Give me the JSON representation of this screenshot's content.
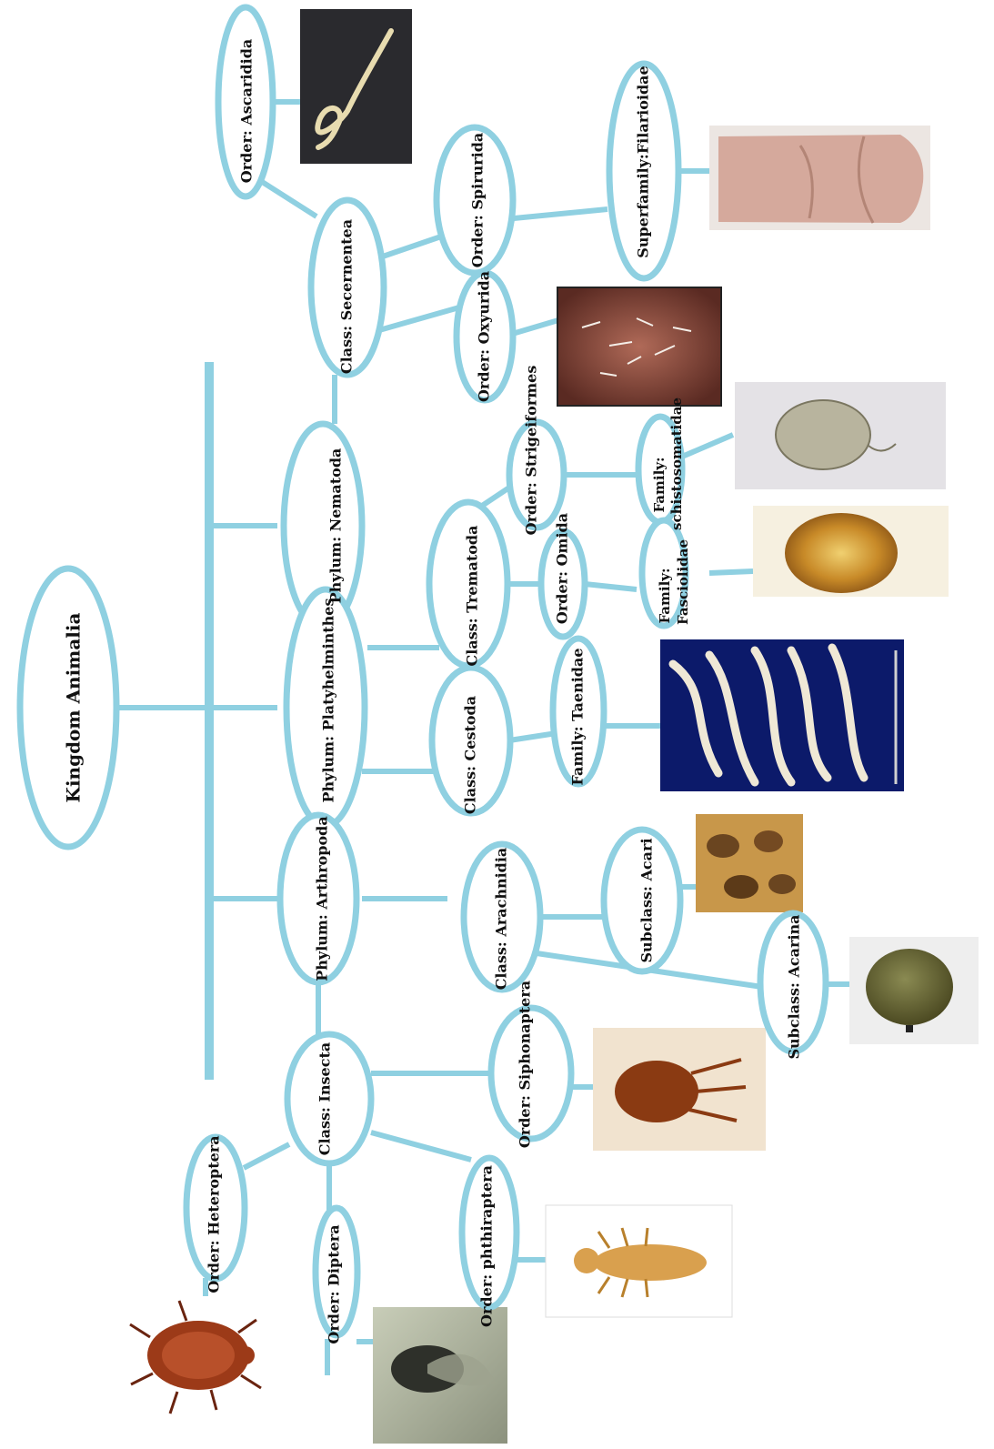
{
  "diagram_type": "taxonomy-tree",
  "colors": {
    "connector": "#8fd0e1",
    "ellipse_fill": "#ffffff",
    "text": "#111111"
  },
  "nodes": {
    "kingdom": "Kingdom Animalia",
    "phylum_nematoda": "Phylum: Nematoda",
    "phylum_platyhelminthes": "Phylum: Platyhelminthes",
    "phylum_arthropoda": "Phylum:  Arthropoda",
    "class_insecta": "Class: Insecta",
    "class_secernentea": "Class: Secernentea",
    "class_trematoda": "Class: Trematoda",
    "class_cestoda": "Class: Cestoda",
    "class_arachnidia": "Class: Arachnidia",
    "order_ascaridida": "Order: Ascaridida",
    "order_spirurida": "Order:  Spirurida",
    "order_oxyurida": "Order: Oxyurida",
    "order_strigeiformes": "Order: Strigeiformes",
    "order_omida": "Order: Omida",
    "order_siphonaptera": "Order: Siphonaptera",
    "order_heteroptera": "Order: Heteroptera",
    "order_diptera": "Order: Diptera",
    "order_phthiraptera": "Order: phthiraptera",
    "superfamily_filarioidae": "Superfamily:Filarioidae",
    "family_schistosomatidae_1": "Family:",
    "family_schistosomatidae_2": "schistosomatidae",
    "family_fasciolidae_1": "Family:",
    "family_fasciolidae_2": "Fasciolidae",
    "family_taenidae": "Family: Taenidae",
    "subclass_acari": "Subclass: Acari",
    "subclass_acarina": "Subclass: Acarina"
  },
  "images": [
    {
      "subject": "roundworm",
      "icon": "ascaris-worm-photo"
    },
    {
      "subject": "swollen leg",
      "icon": "filariasis-leg-photo"
    },
    {
      "subject": "pinworms",
      "icon": "pinworm-photo"
    },
    {
      "subject": "schistosome",
      "icon": "schistosome-photo"
    },
    {
      "subject": "liver fluke",
      "icon": "fluke-photo"
    },
    {
      "subject": "tapeworm",
      "icon": "tapeworm-photo"
    },
    {
      "subject": "mites",
      "icon": "mites-photo"
    },
    {
      "subject": "tick",
      "icon": "tick-photo"
    },
    {
      "subject": "flea",
      "icon": "flea-photo"
    },
    {
      "subject": "louse",
      "icon": "louse-photo"
    },
    {
      "subject": "housefly",
      "icon": "fly-photo"
    },
    {
      "subject": "bed bug",
      "icon": "bedbug-photo"
    }
  ]
}
